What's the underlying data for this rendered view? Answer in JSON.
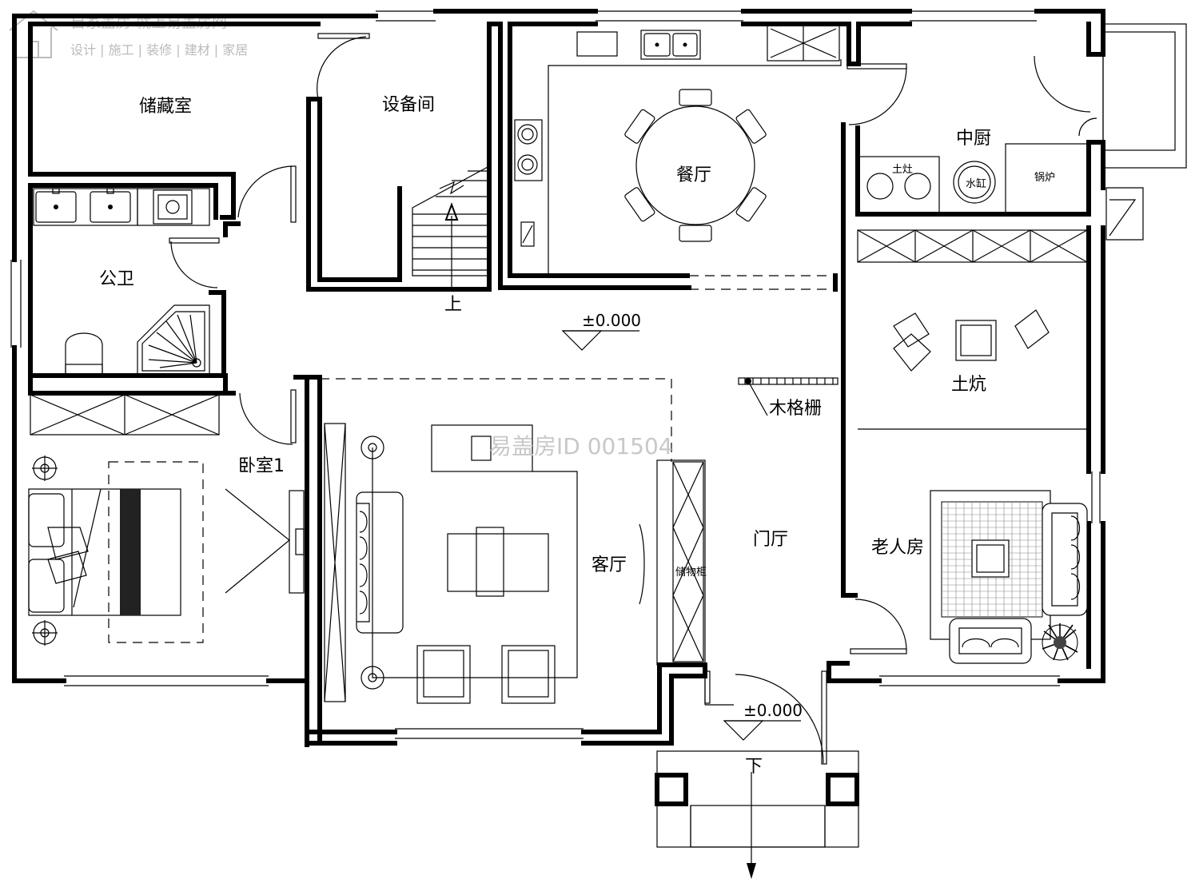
{
  "logo": {
    "line1": "自家盖房 就上易盖房网",
    "line2": "设计 | 施工 | 装修 | 建材 | 家居"
  },
  "watermark": "易盖房ID 001504",
  "rooms": {
    "storage": "储藏室",
    "equipment": "设备间",
    "dining": "餐厅",
    "middle_kitchen": "中厨",
    "stove": "土灶",
    "water_jar": "水缸",
    "boiler": "锅炉",
    "bathroom": "公卫",
    "kang": "土炕",
    "bedroom1": "卧室1",
    "living": "客厅",
    "storage_cabinet": "储物柜",
    "foyer": "门厅",
    "elder_room": "老人房",
    "wood_grille": "木格栅"
  },
  "stairs": {
    "up": "上",
    "down": "下"
  },
  "levels": {
    "interior": "±0.000",
    "entrance": "±0.000"
  }
}
